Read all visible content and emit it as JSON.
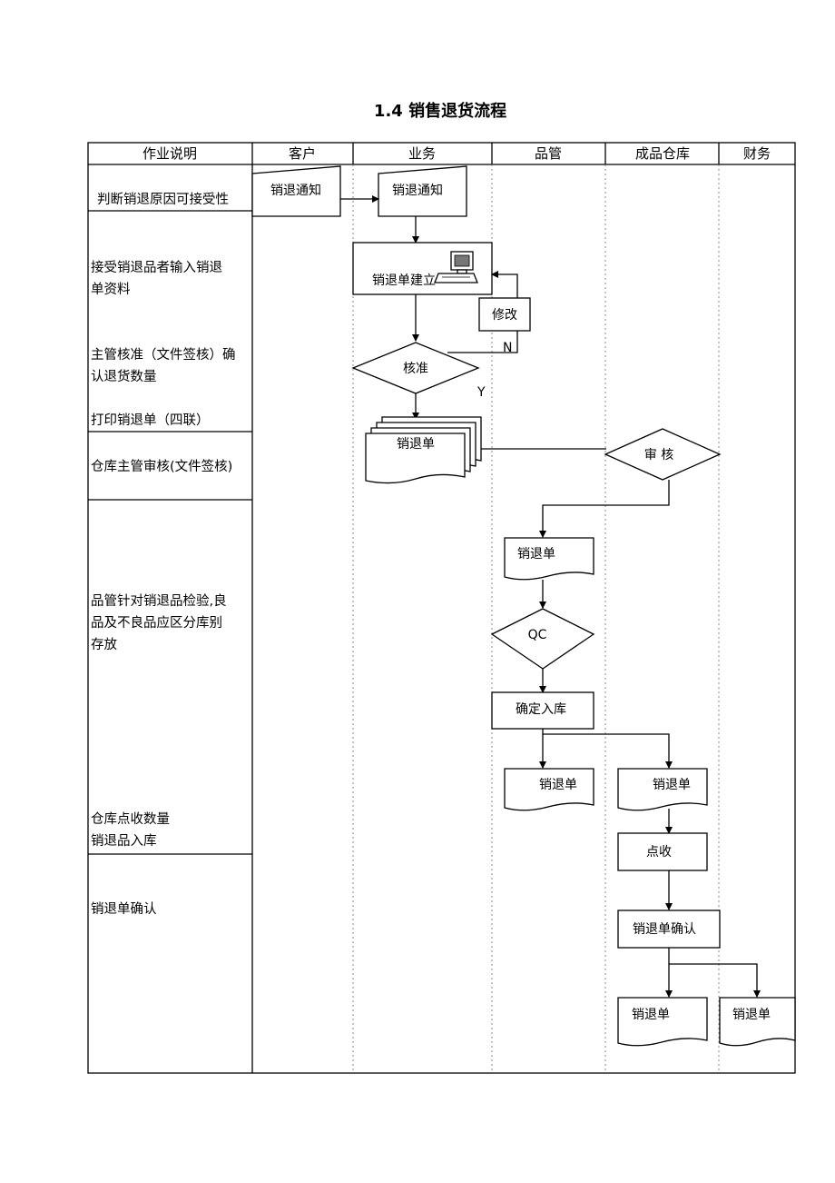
{
  "title": "1.4 销售退货流程",
  "columns": [
    "作业说明",
    "客户",
    "业务",
    "品管",
    "成品仓库",
    "财务"
  ],
  "descriptions": {
    "d1": "判断销退原因可接受性",
    "d2": [
      "接受销退品者输入销退",
      "单资料"
    ],
    "d3": [
      "主管核准（文件签核）确",
      "认退货数量"
    ],
    "d4": "打印销退单（四联）",
    "d5": "仓库主管审核(文件签核)",
    "d6": [
      "品管针对销退品检验,良",
      "品及不良品应区分库别",
      "存放"
    ],
    "d7": [
      "仓库点收数量",
      "销退品入库"
    ],
    "d8": "销退单确认"
  },
  "nodes": {
    "customer_notice": "销退通知",
    "sales_notice": "销退通知",
    "create_return": "销退单建立",
    "modify": "修改",
    "approve": "核准",
    "print_return": "销退单",
    "review": "审 核",
    "qc_return": "销退单",
    "qc": "QC",
    "confirm_stock": "确定入库",
    "qc_copy": "销退单",
    "wh_copy": "销退单",
    "count": "点收",
    "return_confirm": "销退单确认",
    "wh_final": "销退单",
    "fin_final": "销退单"
  },
  "labels": {
    "no": "N",
    "yes": "Y"
  }
}
